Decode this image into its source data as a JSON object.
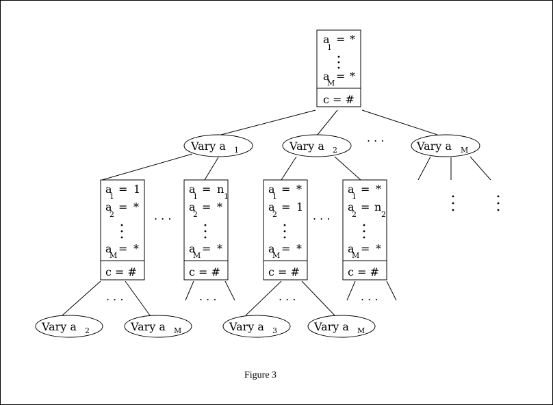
{
  "figure_caption": "Figure 3",
  "symbols": {
    "a": "a",
    "eq": "=",
    "star": "*",
    "c_eq_hash": "c = #",
    "vary": "Vary a",
    "ellipsis": ". . ."
  },
  "subscripts": {
    "one": "1",
    "two": "2",
    "three": "3",
    "M": "M"
  },
  "values": {
    "one": "1",
    "n": "n"
  }
}
